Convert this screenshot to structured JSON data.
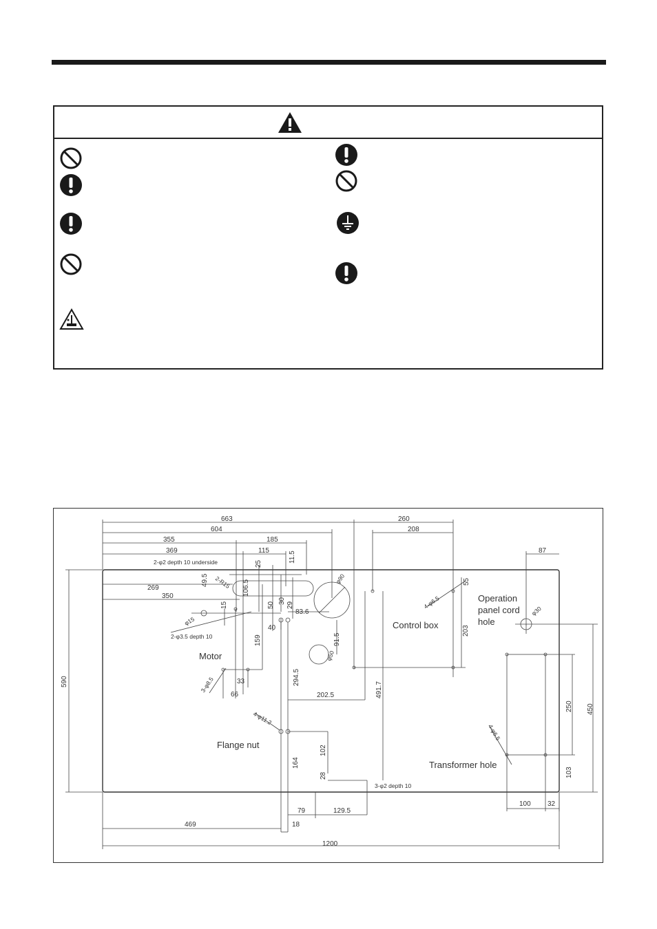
{
  "icons": {
    "left": [
      "prohibited-icon",
      "mandatory-icon",
      "mandatory-icon",
      "prohibited-icon",
      "needle-hazard-icon"
    ],
    "right": [
      "mandatory-icon",
      "prohibited-icon",
      "ground-icon",
      "mandatory-icon"
    ],
    "header": "warning-triangle-icon"
  },
  "drawing": {
    "labels": {
      "motor": "Motor",
      "control_box": "Control box",
      "operation_panel_line1": "Operation",
      "operation_panel_line2": "panel cord",
      "operation_panel_line3": "hole",
      "flange_nut": "Flange nut",
      "transformer_hole": "Transformer hole"
    },
    "hole_notes": {
      "r2_depth_underside": "2-φ2  depth 10 underside",
      "r15": "2-R15",
      "d35_depth10": "2-φ3.5 depth 10",
      "d15": "φ15",
      "d85_3": "3-φ8.5",
      "d112_4": "4-φ11.2",
      "d65_4_top": "4-φ6.5",
      "d65_4_bottom": "4-φ6.5",
      "d30": "φ30",
      "d90": "φ90",
      "d50": "φ50",
      "d2_depth10": "3-φ2  depth 10"
    },
    "dims": {
      "d663": "663",
      "d604": "604",
      "d355": "355",
      "d185": "185",
      "d369": "369",
      "d115": "115",
      "d115b": "11.5",
      "d25": "25",
      "d495": "49.5",
      "d269": "269",
      "d1065": "106.5",
      "d350": "350",
      "d15": "15",
      "d50": "50",
      "d30": "30",
      "d29": "29",
      "d836": "83.6",
      "d40": "40",
      "d159": "159",
      "d33": "33",
      "d66": "66",
      "d915": "91.5",
      "d2945": "294.5",
      "d2025": "202.5",
      "d260": "260",
      "d208": "208",
      "d55": "55",
      "d203": "203",
      "d4917": "491.7",
      "d87": "87",
      "d590": "590",
      "d250": "250",
      "d450": "450",
      "d103": "103",
      "d102": "102",
      "d164": "164",
      "d28": "28",
      "d100": "100",
      "d32": "32",
      "d79": "79",
      "d1295": "129.5",
      "d469": "469",
      "d18": "18",
      "d1200": "1200"
    }
  }
}
